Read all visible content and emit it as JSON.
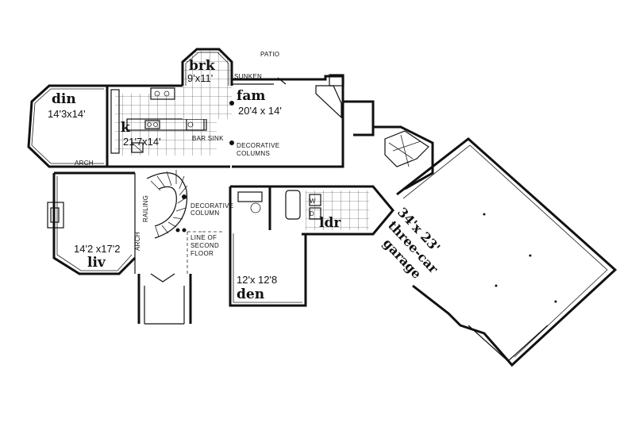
{
  "rooms": {
    "din": {
      "name": "din",
      "size": "14'3x14'"
    },
    "brk": {
      "name": "brk",
      "size": "9'x11'"
    },
    "fam": {
      "name": "fam",
      "size": "20'4 x 14'"
    },
    "kit": {
      "name": "k",
      "size": "21'7x14'"
    },
    "liv": {
      "name": "liv",
      "size": "14'2 x17'2"
    },
    "den": {
      "name": "den",
      "size": "12'x 12'8"
    },
    "ldr": {
      "name": "ldr"
    },
    "garage": {
      "size": "34'x 23'",
      "name_line1": "three-car",
      "name_line2": "garage"
    }
  },
  "notes": {
    "patio": "PATIO",
    "sunken": "SUNKEN",
    "bar_sink": "BAR SINK",
    "decorative_columns_1": "DECORATIVE",
    "decorative_columns_2": "COLUMNS",
    "arch_din": "ARCH",
    "decorative_column_1": "DECORATIVE",
    "decorative_column_2": "COLUMN",
    "railing": "RAILING",
    "arch_liv": "ARCH",
    "line_of_1": "LINE OF",
    "line_of_2": "SECOND",
    "line_of_3": "FLOOR",
    "washer": "W",
    "dryer": "D"
  }
}
